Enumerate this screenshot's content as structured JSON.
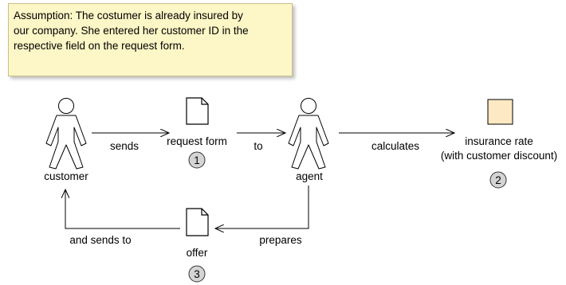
{
  "note": {
    "line1": "Assumption: The costumer is already insured by",
    "line2": "our company. She entered her customer ID in the",
    "line3": "respective field on the request form."
  },
  "actors": {
    "customer": "customer",
    "agent": "agent"
  },
  "artifacts": {
    "request_form": "request form",
    "offer": "offer",
    "insurance_rate_line1": "insurance rate",
    "insurance_rate_line2": "(with customer discount)"
  },
  "markers": {
    "m1": "1",
    "m2": "2",
    "m3": "3"
  },
  "flows": {
    "sends": "sends",
    "to": "to",
    "calculates": "calculates",
    "prepares": "prepares",
    "and_sends_to": "and sends to"
  },
  "colors": {
    "note_fill": "#fdf6c6",
    "rate_fill": "#fde9c3",
    "marker_fill": "#d4d4d4"
  }
}
